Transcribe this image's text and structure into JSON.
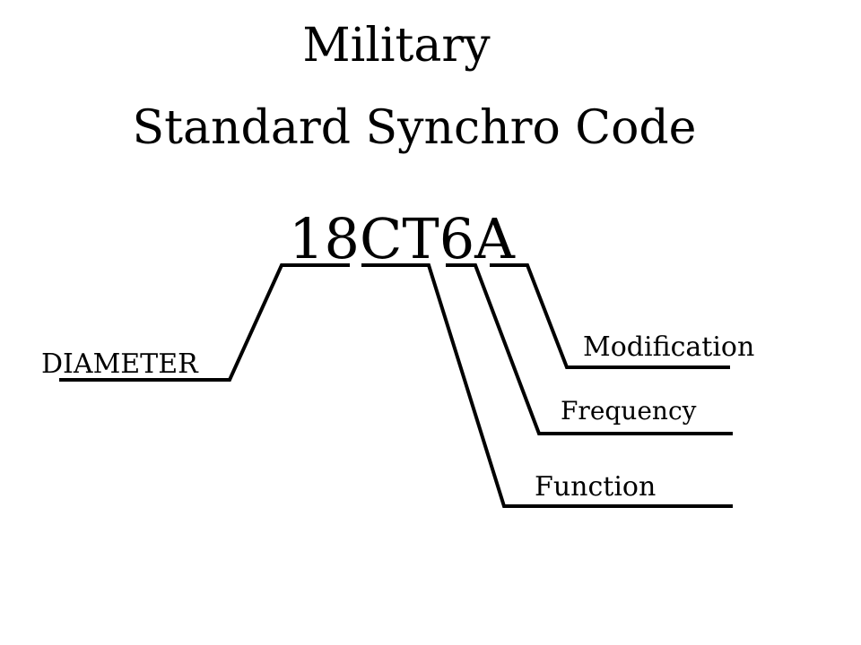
{
  "title": {
    "line1": "Military",
    "line2": "Standard Synchro Code"
  },
  "code": {
    "full": "18CT6A",
    "parts": [
      {
        "segment": "18",
        "label": "DIAMETER"
      },
      {
        "segment": "CT",
        "label": "Function"
      },
      {
        "segment": "6",
        "label": "Frequency"
      },
      {
        "segment": "A",
        "label": "Modification"
      }
    ]
  }
}
